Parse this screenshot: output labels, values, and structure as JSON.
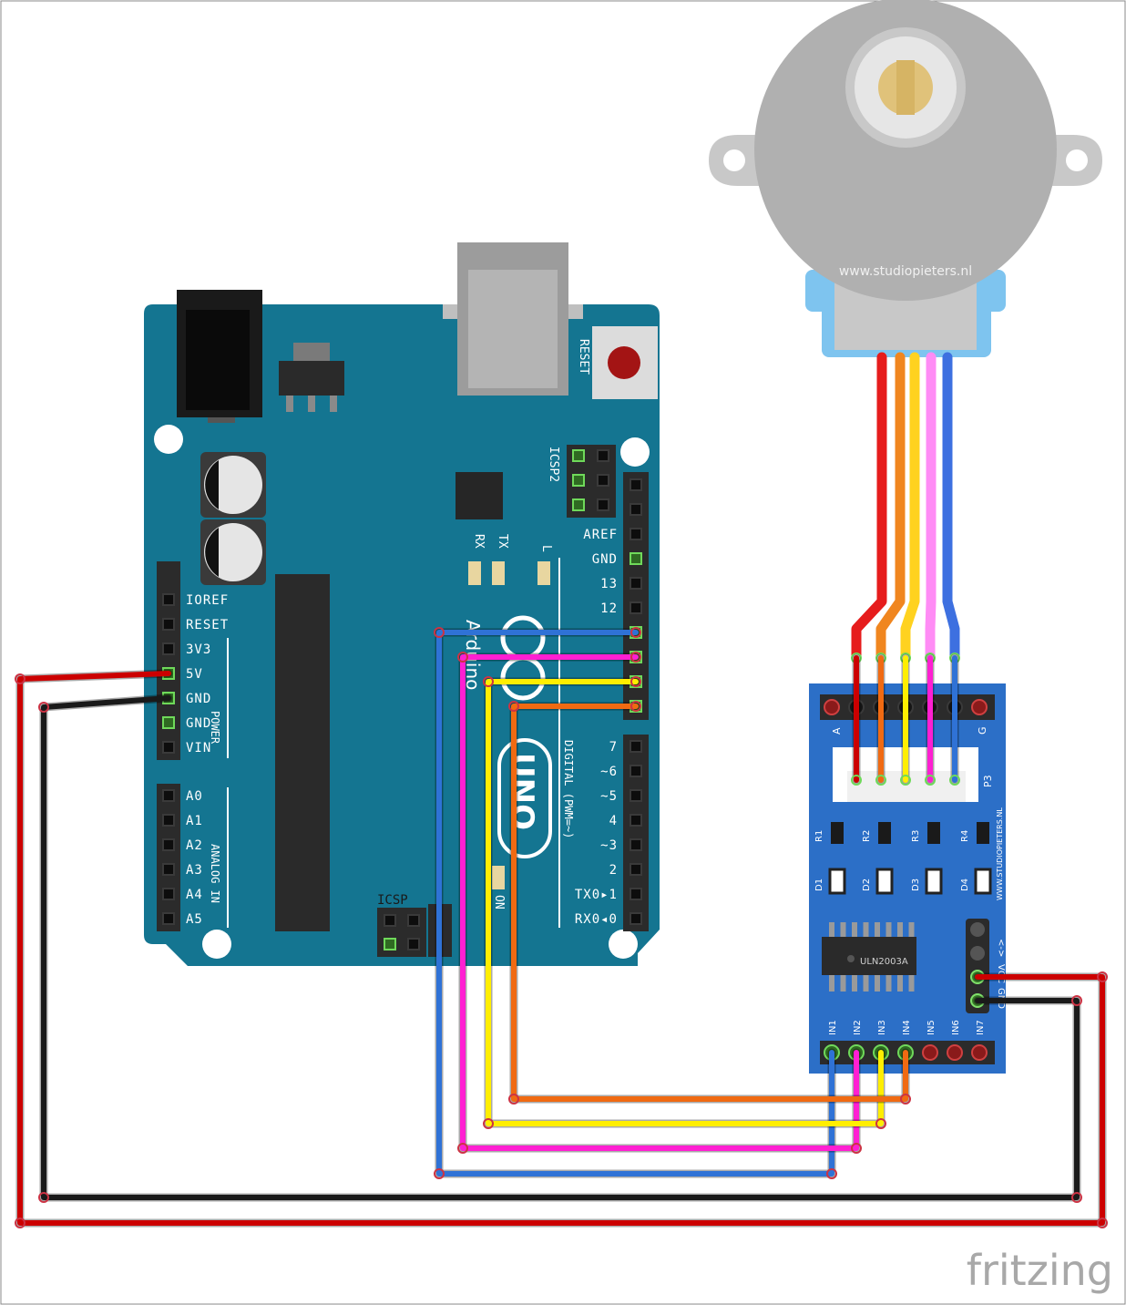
{
  "arduino": {
    "power_header_labels": [
      "IOREF",
      "RESET",
      "3V3",
      "5V",
      "GND",
      "GND",
      "VIN"
    ],
    "power_group_label": "POWER",
    "analog_header_labels": [
      "A0",
      "A1",
      "A2",
      "A3",
      "A4",
      "A5"
    ],
    "analog_group_label": "ANALOG IN",
    "digital_upper_labels": [
      "AREF",
      "GND",
      "13",
      "12"
    ],
    "digital_lower_labels": [
      "7",
      "~6",
      "~5",
      "4",
      "~3",
      "2",
      "TX0▸1",
      "RX0◂0"
    ],
    "digital_group_label": "DIGITAL (PWM=~)",
    "reset_label": "RESET",
    "icsp_label": "ICSP",
    "icsp2_label": "ICSP2",
    "tx_label": "TX",
    "rx_label": "RX",
    "l_label": "L",
    "on_label": "ON",
    "brand_text": "Arduino",
    "model_text": "UNO",
    "colors": {
      "board": "#147591",
      "header": "#2b2b2b"
    }
  },
  "stepper_motor": {
    "watermark": "www.studiopieters.nl",
    "wire_colors": [
      "#e61c1c",
      "#f0861f",
      "#ffd21f",
      "#ff8cf5",
      "#3d70e0"
    ]
  },
  "driver_board": {
    "header_end_labels": [
      "A",
      "G"
    ],
    "connector_label": "P3",
    "resistor_labels": [
      "R1",
      "R2",
      "R3",
      "R4"
    ],
    "diode_labels": [
      "D1",
      "D2",
      "D3",
      "D4"
    ],
    "chip_label": "ULN2003A",
    "brand_text": "WWW.STUDIOPIETERS.NL",
    "power_labels": [
      "<->",
      "VCC",
      "GND"
    ],
    "input_labels": [
      "IN1",
      "IN2",
      "IN3",
      "IN4",
      "IN5",
      "IN6",
      "IN7"
    ],
    "colors": {
      "board": "#2c6fc7"
    }
  },
  "wires": {
    "colors": {
      "red": "#cc0000",
      "black": "#1a1a1a",
      "blue": "#2f72d6",
      "magenta": "#ff1fd2",
      "yellow": "#ffee00",
      "orange": "#f06a12"
    }
  },
  "logo": {
    "text": "fritzing"
  }
}
